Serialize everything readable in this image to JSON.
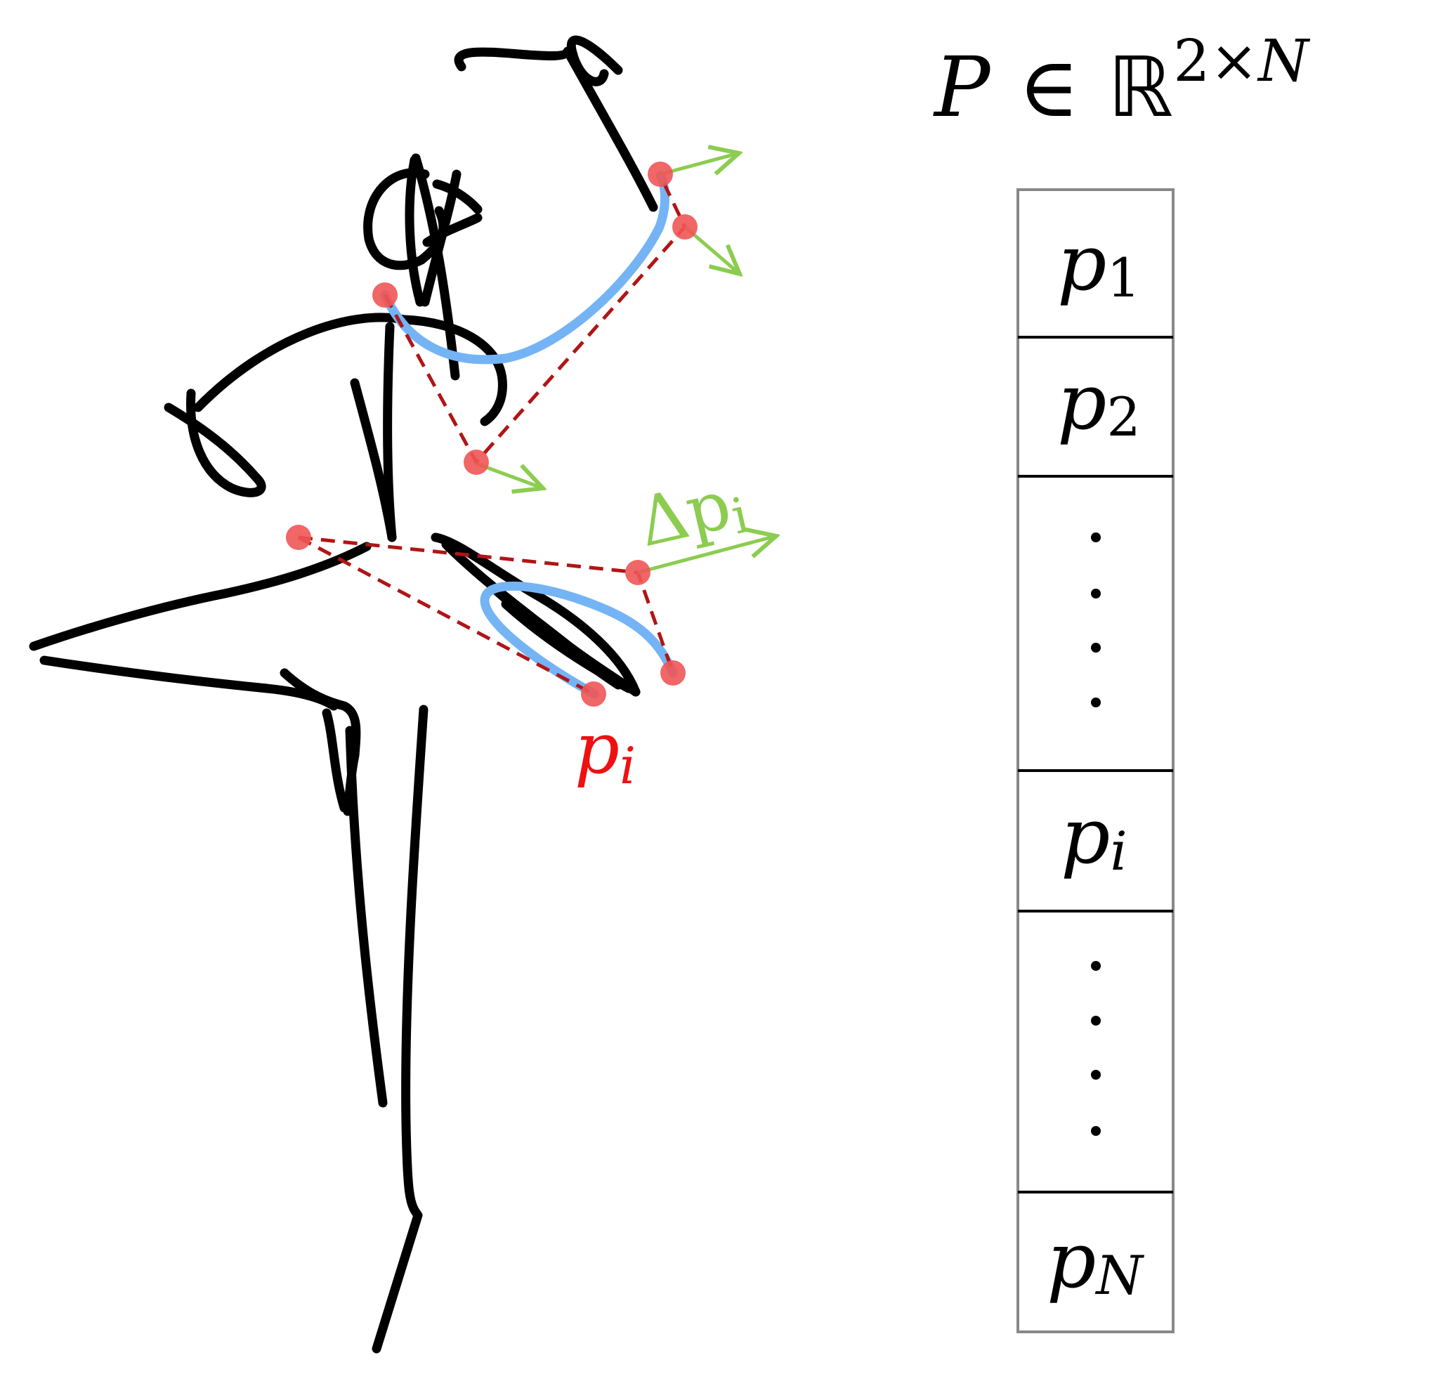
{
  "equation": {
    "var": "P",
    "in": "∈",
    "space": "ℝ",
    "exponent": "2×N",
    "exp_base": "2×",
    "exp_n": "N"
  },
  "vector": {
    "cells": [
      {
        "kind": "entry",
        "base": "p",
        "sub": "1"
      },
      {
        "kind": "entry",
        "base": "p",
        "sub": "2"
      },
      {
        "kind": "dots",
        "dots": 4
      },
      {
        "kind": "entry",
        "base": "p",
        "sub": "i"
      },
      {
        "kind": "dots",
        "dots": 4
      },
      {
        "kind": "entry",
        "base": "p",
        "sub": "N"
      }
    ]
  },
  "labels": {
    "point": {
      "base": "p",
      "sub": "i"
    },
    "delta": {
      "prefix": "Δ",
      "base": "p",
      "sub": "i"
    }
  },
  "colors": {
    "stroke": "#000000",
    "curve": "#74b4f5",
    "point": "#f05555",
    "polygon": "#b01515",
    "arrow": "#8ccc50",
    "label_point": "#ee1111",
    "label_delta": "#8ccc50",
    "box_border": "#888888"
  }
}
